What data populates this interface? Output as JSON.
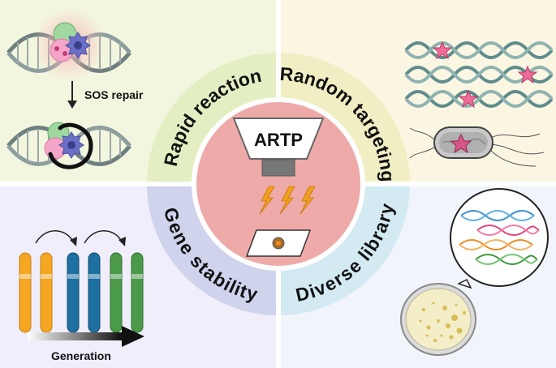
{
  "center": {
    "label": "ARTP"
  },
  "sectors": {
    "top_left": "Rapid reaction",
    "top_right": "Random targeting",
    "bottom_left": "Gene stability",
    "bottom_right": "Diverse library"
  },
  "panels": {
    "top_left": {
      "arrow_text": "SOS repair"
    },
    "bottom_left": {
      "arrow_text": "Generation"
    }
  },
  "colors": {
    "panel_top_left": "#f3f6df",
    "panel_top_right": "#fbf6e2",
    "panel_bottom_left": "#efeefa",
    "panel_bottom_right": "#f1f5fb",
    "ring_top_left": "#e3efc3",
    "ring_top_right": "#f1eec4",
    "ring_bottom_left": "#cfd3ec",
    "ring_bottom_right": "#d3eaf3",
    "center_fill": "#eeaaa9",
    "orange": "#f5a623",
    "blue": "#1e6fa2",
    "green": "#4a9a4a",
    "pink_star": "#ee6b97",
    "dna": "#6f7f7f"
  },
  "icons": [
    "dna-icon",
    "cell-icon",
    "star-icon",
    "bacterium-icon",
    "chromosome-icon",
    "lightning-icon",
    "petri-dish-icon",
    "magnifier-icon",
    "arrow-down-icon",
    "arrow-right-icon",
    "plasma-jet-icon",
    "sample-slide-icon"
  ]
}
